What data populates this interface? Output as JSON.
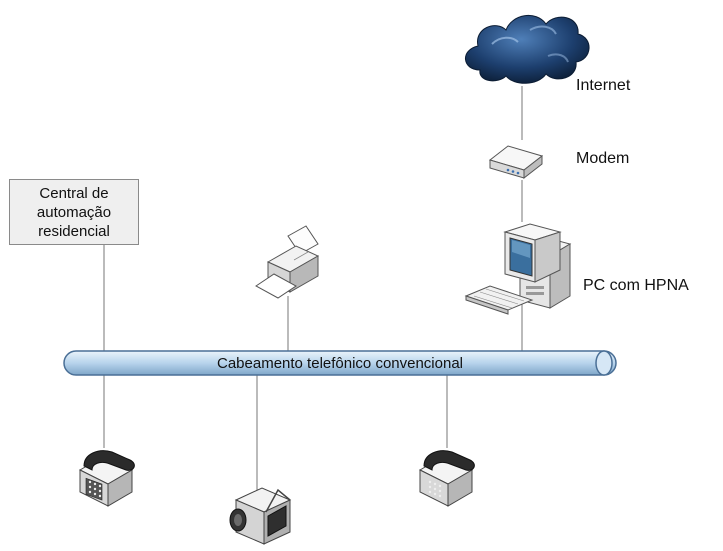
{
  "nodes": {
    "internet": {
      "label": "Internet",
      "icon": "cloud-icon"
    },
    "modem": {
      "label": "Modem",
      "icon": "modem-icon"
    },
    "pc": {
      "label": "PC com HPNA",
      "icon": "desktop-computer-icon"
    },
    "central": {
      "lines": [
        "Central de",
        "automação",
        "residencial"
      ]
    },
    "printer": {
      "icon": "printer-icon"
    },
    "phone_left": {
      "icon": "telephone-icon"
    },
    "phone_right": {
      "icon": "telephone-icon"
    },
    "camera": {
      "icon": "video-camera-icon"
    }
  },
  "cable": {
    "label": "Cabeamento telefônico convencional",
    "color": "#b8d4ec"
  },
  "colors": {
    "line": "#777777",
    "cloud": "#1d3f6e",
    "device": "#e9e9e9",
    "outline": "#555555"
  }
}
